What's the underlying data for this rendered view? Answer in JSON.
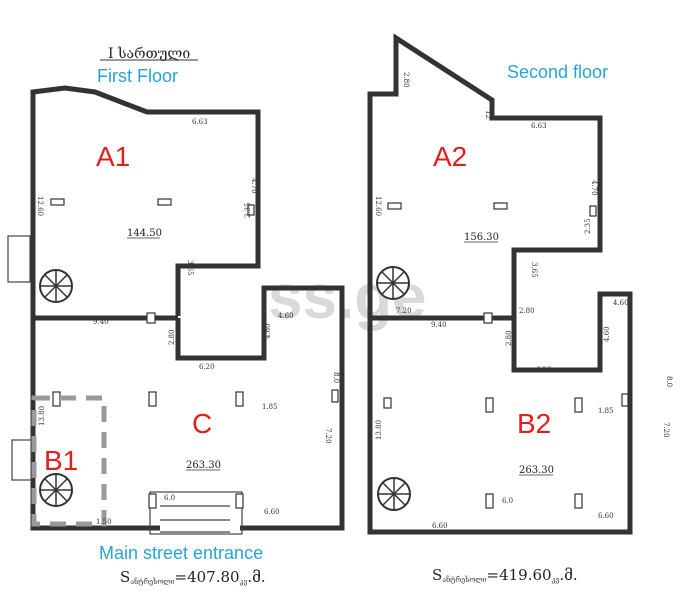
{
  "header": {
    "georgian_floor": "I სართული",
    "first_floor": "First  Floor",
    "second_floor": "Second floor"
  },
  "zones": {
    "a1": "A1",
    "a2": "A2",
    "b1": "B1",
    "b2": "B2",
    "c": "C"
  },
  "areas": {
    "first_top": "144.50",
    "first_bottom": "263.30",
    "second_top": "156.30",
    "second_bottom": "263.30"
  },
  "dimensions": {
    "first": [
      "6.63",
      "4.70",
      "12.60",
      "2.35",
      "3.65",
      "9.40",
      "2.80",
      "6.20",
      "4.60",
      "4.60",
      "8.0",
      "7.20",
      "1.85",
      "13.80",
      "6.0",
      "6.60",
      "1.50"
    ],
    "second": [
      "2.80",
      "12",
      "6.63",
      "4.70",
      "12.60",
      "2.35",
      "3.65",
      "7.20",
      "9.40",
      "2.80",
      "2.80",
      "6.20",
      "4.60",
      "4.60",
      "8.0",
      "7.20",
      "1.85",
      "13.80",
      "6.0",
      "6.60",
      "6.60"
    ]
  },
  "entrance": "Main street entrance",
  "totals": {
    "first_prefix": "S",
    "first_sub": "ანტრესოლი",
    "first_value": "=407.80",
    "first_unit_sub": "კვ",
    "first_unit": ".მ.",
    "second_prefix": "S",
    "second_sub": "ანტრესოლი",
    "second_value": "=419.60",
    "second_unit_sub": "კვ",
    "second_unit": ".მ."
  },
  "watermark": "ss.ge",
  "colors": {
    "zone_label": "#e0201c",
    "floor_label": "#29a3d6",
    "wall": "#333333",
    "watermark": "#d9d9d9"
  }
}
